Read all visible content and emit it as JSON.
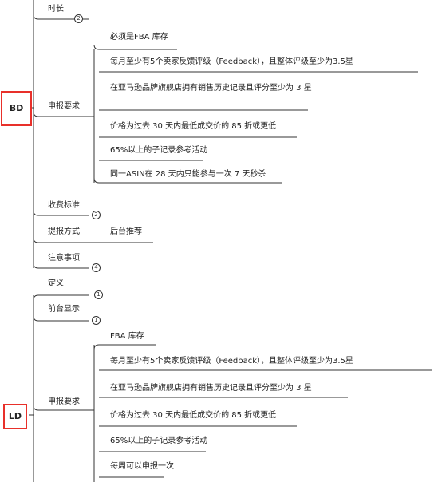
{
  "bd": {
    "root": "BD",
    "duration": {
      "label": "时长",
      "badge": "2"
    },
    "requirements": {
      "label": "申报要求",
      "items": [
        "必须是FBA 库存",
        "每月至少有5个卖家反馈评级（Feedback），且整体评级至少为3.5星",
        "在亚马逊品牌旗舰店拥有销售历史记录且评分至少为 3 星",
        "价格为过去 30 天内最低成交价的 85 折或更低",
        "65%以上的子记录参考活动",
        "同一ASIN在 28 天内只能参与一次 7 天秒杀"
      ]
    },
    "fee": {
      "label": "收费标准",
      "badge": "2"
    },
    "method": {
      "label": "提报方式",
      "value": "后台推荐"
    },
    "notes": {
      "label": "注意事项",
      "badge": "4"
    }
  },
  "ld": {
    "root": "LD",
    "definition": {
      "label": "定义",
      "badge": "1"
    },
    "display": {
      "label": "前台显示",
      "badge": "1"
    },
    "requirements": {
      "label": "申报要求",
      "items": [
        "FBA 库存",
        "每月至少有5个卖家反馈评级（Feedback），且整体评级至少为3.5星",
        "在亚马逊品牌旗舰店拥有销售历史记录且评分至少为 3 星",
        "价格为过去 30 天内最低成交价的 85 折或更低",
        "65%以上的子记录参考活动",
        "每周可以申报一次"
      ]
    }
  },
  "colors": {
    "line": "#333333",
    "highlight": "#e8302a"
  }
}
